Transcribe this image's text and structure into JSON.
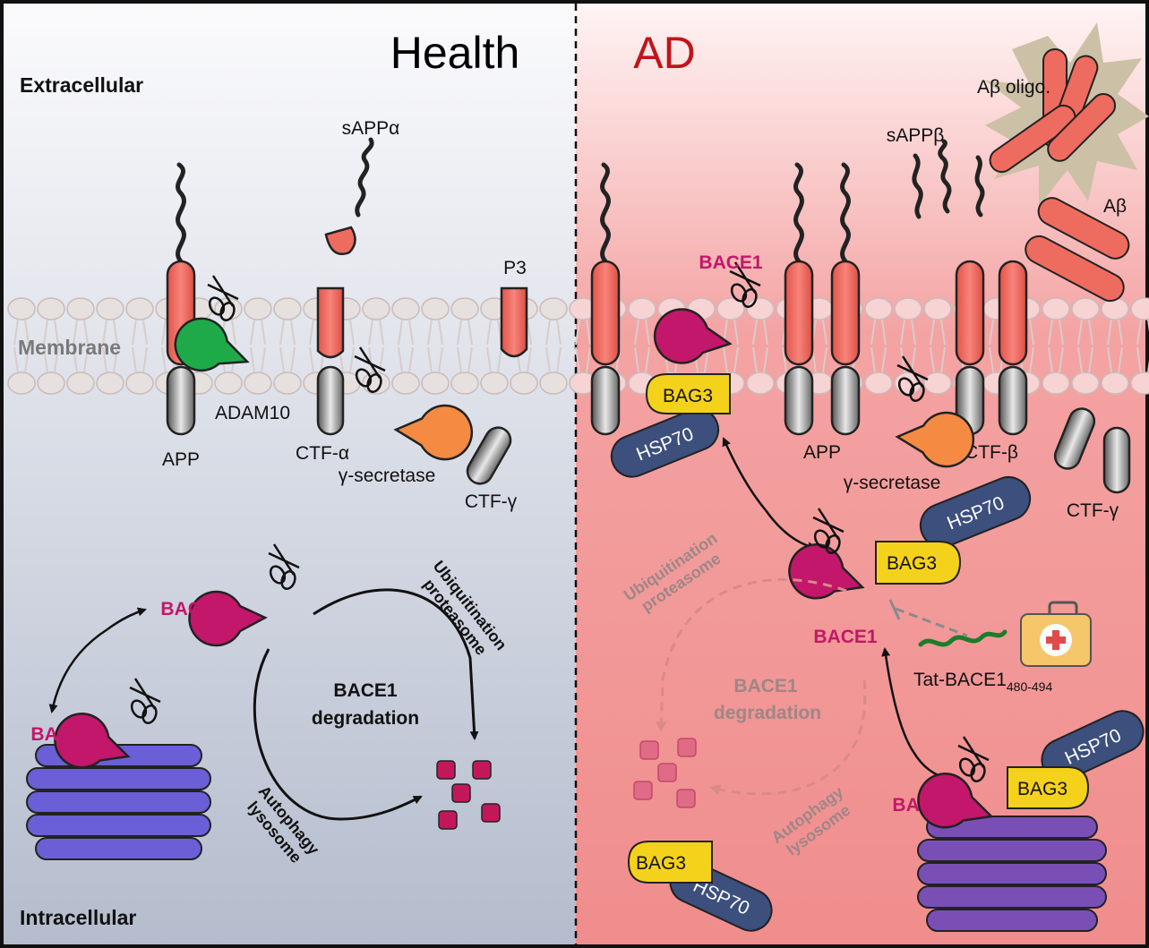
{
  "panels": {
    "health": {
      "title": "Health",
      "title_color": "#000000"
    },
    "ad": {
      "title": "AD",
      "title_color": "#c0141c"
    }
  },
  "regions": {
    "extracellular": "Extracellular",
    "membrane": "Membrane",
    "intracellular": "Intracellular"
  },
  "health_labels": {
    "sappa": "sAPPα",
    "p3": "P3",
    "adam10": "ADAM10",
    "app": "APP",
    "ctf_a": "CTF-α",
    "gamma_secretase": "γ-secretase",
    "ctf_g": "CTF-γ",
    "bace1_top": "BACE1",
    "bace1_er": "BACE1",
    "ubiq": "Ubiquitination",
    "proteasome": "proteasome",
    "autophagy": "Autophagy",
    "lysosome": "lysosome",
    "degradation_1": "BACE1",
    "degradation_2": "degradation"
  },
  "ad_labels": {
    "abeta_oligo": "Aβ oligo.",
    "abeta": "Aβ",
    "sappb": "sAPPβ",
    "bace1_membrane": "BACE1",
    "bag3_membrane": "BAG3",
    "hsp70_membrane": "HSP70",
    "app": "APP",
    "ctf_b": "CTF-β",
    "gamma_secretase": "γ-secretase",
    "ctf_g": "CTF-γ",
    "hsp70_mid": "HSP70",
    "bag3_mid": "BAG3",
    "bace1_mid": "BACE1",
    "tat": "Tat-BACE1",
    "tat_sub": "480-494",
    "ubiq": "Ubiquitination",
    "proteasome": "proteasome",
    "degradation_1": "BACE1",
    "degradation_2": "degradation",
    "autophagy": "Autophagy",
    "lysosome": "lysosome",
    "hsp70_er": "HSP70",
    "bag3_er": "BAG3",
    "bace1_er": "BACE1",
    "bag3_bottom": "BAG3",
    "hsp70_bottom": "HSP70"
  },
  "colors": {
    "app_red": "#ee6b60",
    "bace1": "#c2176a",
    "adam10": "#1faa4a",
    "gamma": "#f58a42",
    "bag3": "#f4d21c",
    "hsp70": "#3c4f7d",
    "er": "#6a5fd6",
    "er_ad": "#7a4fb5",
    "fragment": "#c2185b",
    "fragment_faded": "#e06b87",
    "tat_green": "#1b7d2a",
    "kit": "#f5c66a"
  }
}
